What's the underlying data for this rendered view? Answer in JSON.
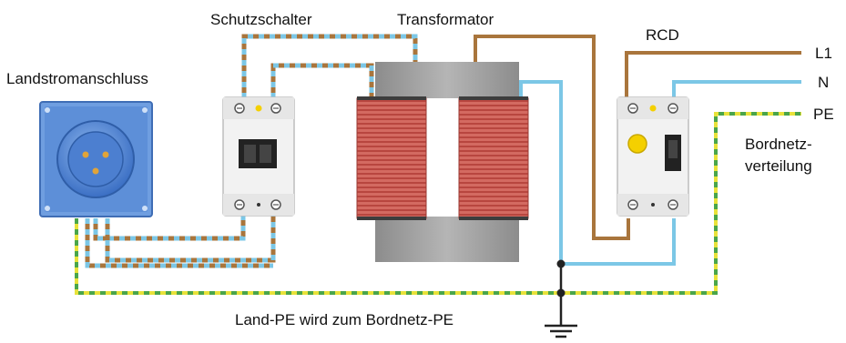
{
  "labels": {
    "schutzschalter": "Schutzschalter",
    "transformator": "Transformator",
    "rcd": "RCD",
    "landstromanschluss": "Landstromanschluss",
    "l1": "L1",
    "n": "N",
    "pe": "PE",
    "bordnetz_line1": "Bordnetz-",
    "bordnetz_line2": "verteilung",
    "caption": "Land-PE wird zum Bordnetz-PE"
  },
  "colors": {
    "wire_brown": "#a9753c",
    "wire_blue": "#7cc7e6",
    "wire_pe_yellow": "#e8e23a",
    "wire_pe_green": "#4aa54a",
    "coil_copper": "#c85c54",
    "transformer_core": "#9b9b9b",
    "socket_blue": "#4f86d6",
    "breaker_body": "#f0f0f0",
    "test_button_yellow": "#f4d000"
  },
  "icons": {
    "socket": "shore-power-socket-icon",
    "ground": "ground-symbol-icon"
  }
}
